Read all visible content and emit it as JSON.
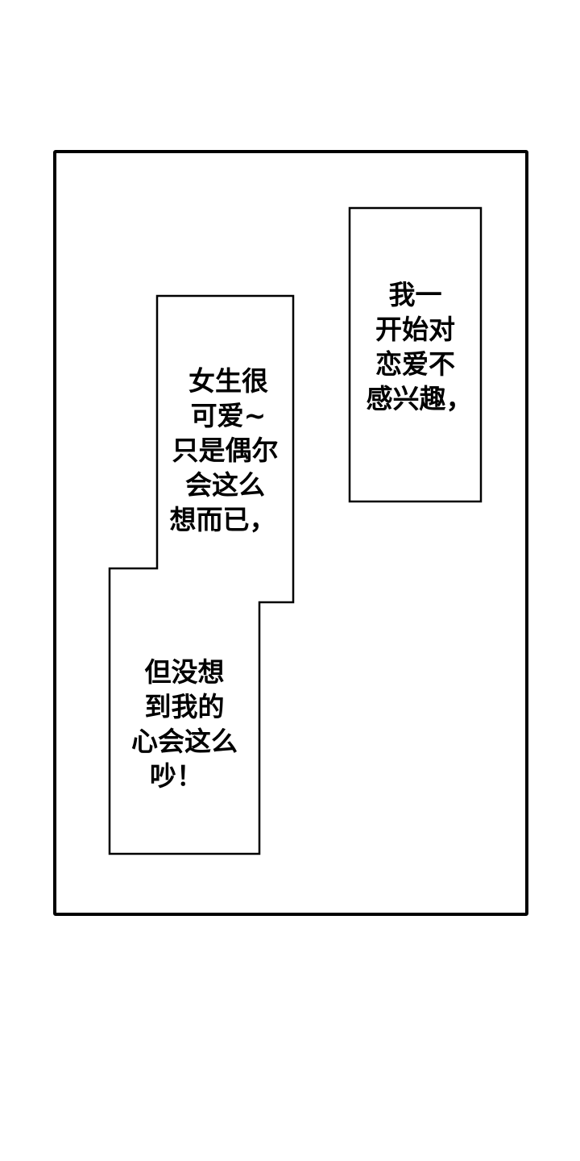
{
  "captions": {
    "right_box": [
      "我一",
      "开始对",
      "恋爱不",
      "感兴趣，"
    ],
    "left_upper": [
      "女生很",
      "可爱~",
      "只是偶尔",
      "会这么",
      "想而已，"
    ],
    "left_lower": [
      "但没想",
      "到我的",
      "心会这么",
      "吵！"
    ]
  }
}
